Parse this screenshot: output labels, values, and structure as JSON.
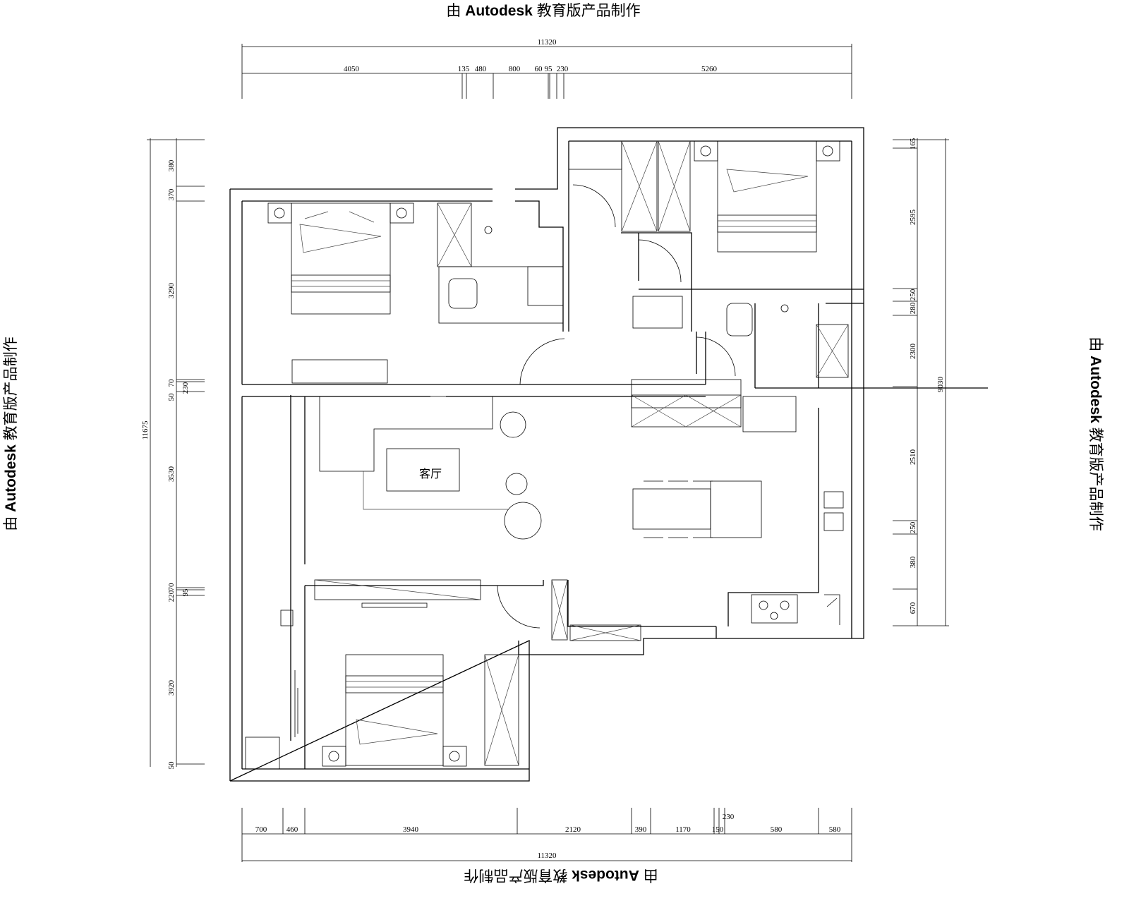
{
  "watermark": {
    "prefix": "由",
    "brand": "Autodesk",
    "suffix": "教育版产品制作"
  },
  "room_labels": {
    "living_room": "客厅"
  },
  "dimensions": {
    "top": {
      "total": "11320",
      "segments": [
        "4050",
        "135",
        "480",
        "800",
        "60",
        "95",
        "230",
        "5260"
      ]
    },
    "bottom": {
      "total": "11320",
      "segments": [
        "700",
        "460",
        "3940",
        "2120",
        "390",
        "1170",
        "150",
        "230",
        "580",
        "580"
      ]
    },
    "left": {
      "total": "11675",
      "segments": [
        "380",
        "370",
        "3290",
        "70",
        "50",
        "230",
        "3530",
        "220",
        "70",
        "95",
        "3920",
        "50"
      ]
    },
    "right": {
      "total": "9030",
      "segments": [
        "165",
        "2595",
        "250",
        "280",
        "2300",
        "2510",
        "250",
        "380",
        "670"
      ]
    }
  }
}
